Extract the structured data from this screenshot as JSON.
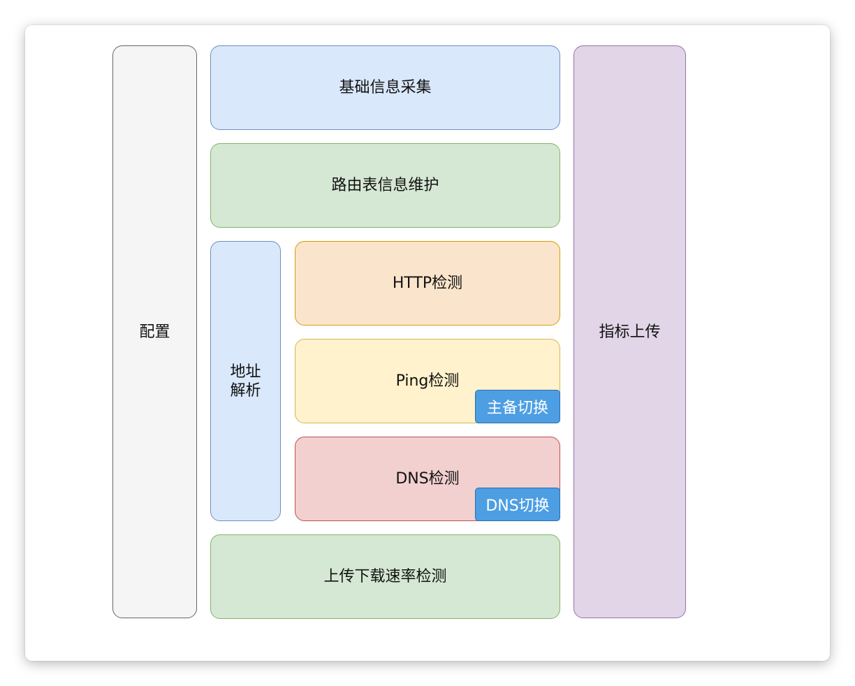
{
  "diagram": {
    "config": "配置",
    "basic_info": "基础信息采集",
    "routing_table": "路由表信息维护",
    "address_resolution": "地址\n解析",
    "http_check": "HTTP检测",
    "ping_check": "Ping检测",
    "failover": "主备切换",
    "dns_check": "DNS检测",
    "dns_switch": "DNS切换",
    "speed_test": "上传下载速率检测",
    "metric_upload": "指标上传"
  },
  "colors": {
    "grey": "#f5f5f5",
    "blue": "#dae8fc",
    "green": "#d5e8d4",
    "orange": "#fae5cc",
    "yellow": "#fff2cc",
    "red": "#f2d0cf",
    "purple": "#e1d5e7",
    "tag": "#4d9ee3"
  }
}
